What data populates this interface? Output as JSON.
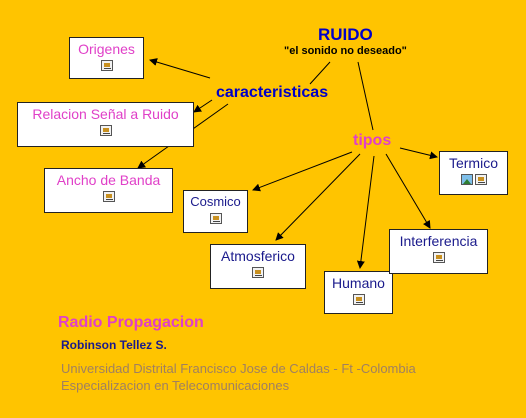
{
  "title": "RUIDO",
  "subtitle": "\"el sonido no deseado\"",
  "linking": {
    "caracteristicas": "caracteristicas",
    "tipos": "tipos"
  },
  "nodes": {
    "origenes": "Origenes",
    "relacion": "Relacion Señal a Ruido",
    "ancho": "Ancho de Banda",
    "cosmico": "Cosmico",
    "atmosferico": "Atmosferico",
    "humano": "Humano",
    "interferencia": "Interferencia",
    "termico": "Termico"
  },
  "footer": {
    "course": "Radio Propagacion",
    "author": "Robinson Tellez S.",
    "university": "Universidad Distrital Francisco Jose de Caldas - Ft -Colombia",
    "program": "Especializacion en Telecomunicaciones"
  },
  "colors": {
    "background": "#FFC400",
    "pink": "#E040C8",
    "navy": "#1A1A8C",
    "heading_blue": "#0000C8",
    "footer_gray": "#A08060"
  },
  "icons": {
    "document": "document-icon",
    "picture": "picture-icon"
  }
}
